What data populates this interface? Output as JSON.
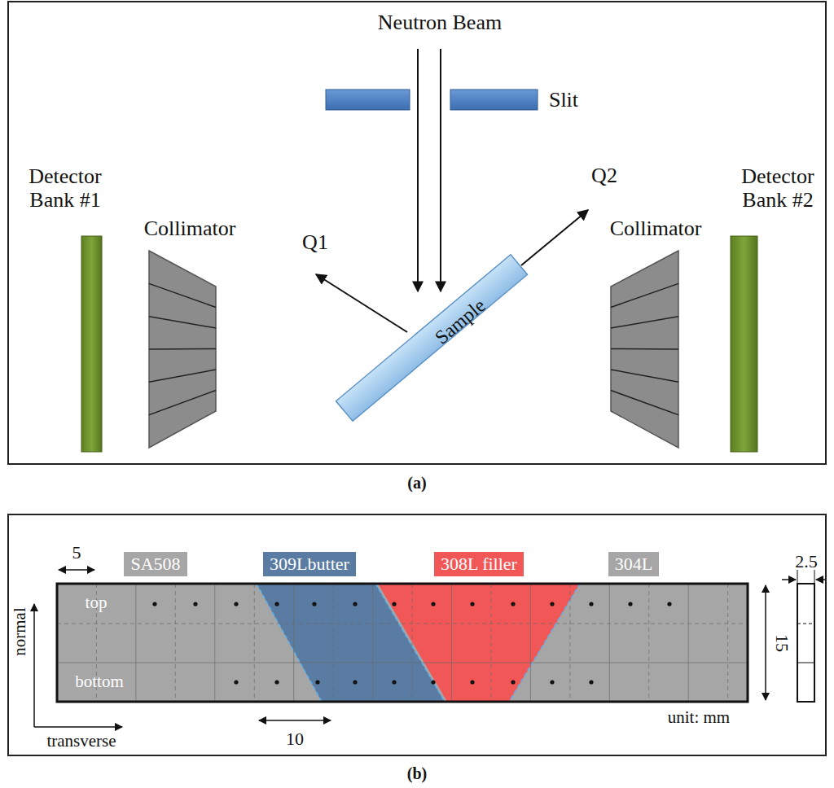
{
  "diagram": {
    "nodes": [
      {
        "text": [
          "SA508"
        ]
      },
      {
        "text": [
          "309Lbutter"
        ]
      },
      {
        "text": [
          "308L filler"
        ]
      },
      {
        "text": [
          "304L"
        ]
      }
    ],
    "labels": [
      "Neutron Beam",
      "Slit",
      "Detector Bank #1",
      "Collimator",
      "Q1",
      "Sample",
      "Q2",
      "Collimator",
      "Detector Bank #2",
      "(a)",
      "5",
      "top",
      "bottom",
      "10",
      "normal",
      "transverse",
      "unit: mm",
      "2.5",
      "15",
      "(b)"
    ]
  }
}
